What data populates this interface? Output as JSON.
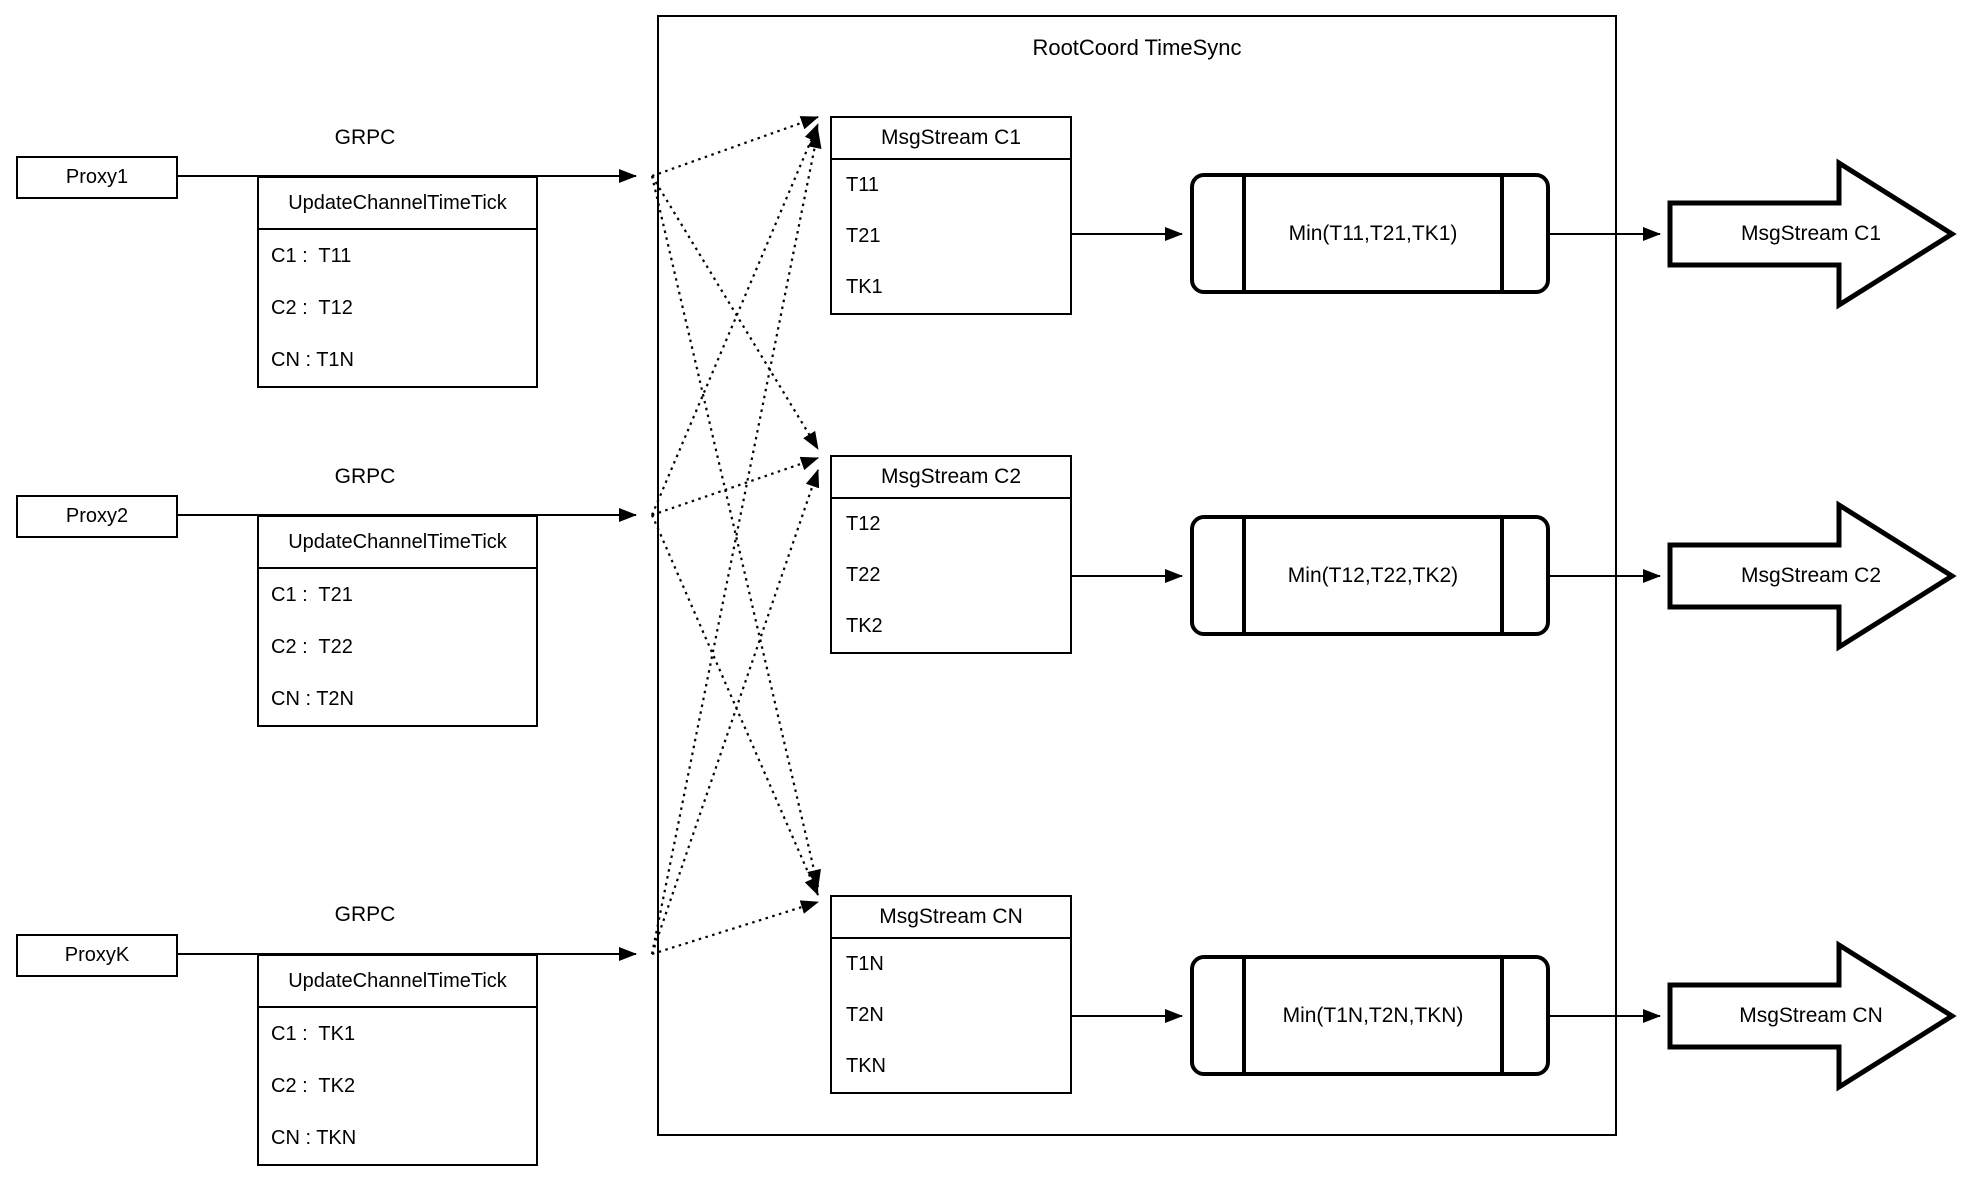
{
  "diagram": {
    "background": "#ffffff",
    "line_color": "#000000",
    "grpc_label": "GRPC",
    "root": {
      "title": "RootCoord TimeSync"
    },
    "proxies": [
      {
        "name": "Proxy1",
        "table": {
          "header": "UpdateChannelTimeTick",
          "rows": [
            "C1 :  T11",
            "C2 :  T12",
            "CN : T1N"
          ]
        }
      },
      {
        "name": "Proxy2",
        "table": {
          "header": "UpdateChannelTimeTick",
          "rows": [
            "C1 :  T21",
            "C2 :  T22",
            "CN : T2N"
          ]
        }
      },
      {
        "name": "ProxyK",
        "table": {
          "header": "UpdateChannelTimeTick",
          "rows": [
            "C1 :  TK1",
            "C2 :  TK2",
            "CN : TKN"
          ]
        }
      }
    ],
    "streams": [
      {
        "header": "MsgStream C1",
        "ticks": [
          "T11",
          "T21",
          "TK1"
        ],
        "min": "Min(T11,T21,TK1)",
        "out": "MsgStream C1"
      },
      {
        "header": "MsgStream C2",
        "ticks": [
          "T12",
          "T22",
          "TK2"
        ],
        "min": "Min(T12,T22,TK2)",
        "out": "MsgStream C2"
      },
      {
        "header": "MsgStream CN",
        "ticks": [
          "T1N",
          "T2N",
          "TKN"
        ],
        "min": "Min(T1N,T2N,TKN)",
        "out": "MsgStream CN"
      }
    ]
  }
}
